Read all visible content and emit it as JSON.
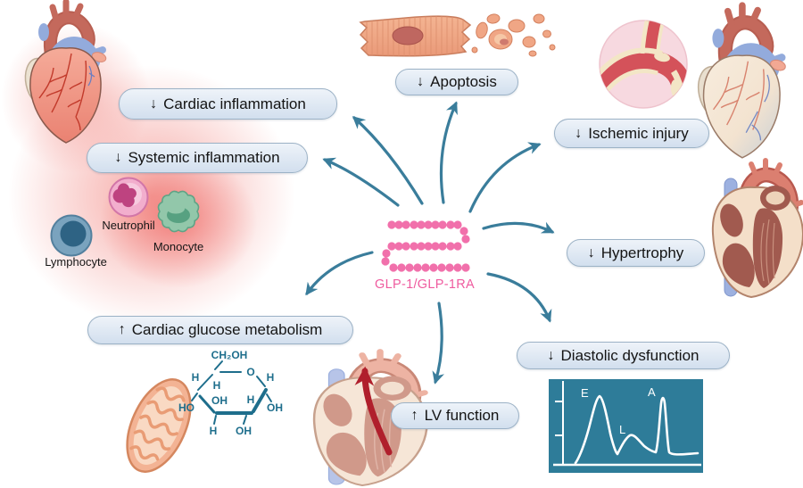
{
  "figure": {
    "subject": "Cardiac effects of GLP-1/GLP-1RA"
  },
  "center": {
    "label": "GLP-1/GLP-1RA",
    "peptide_color": "#f170ab",
    "label_color": "#ef5b9f"
  },
  "effects": [
    {
      "id": "cardiac-inflammation",
      "direction": "↓",
      "label": "Cardiac inflammation"
    },
    {
      "id": "systemic-inflammation",
      "direction": "↓",
      "label": "Systemic inflammation"
    },
    {
      "id": "apoptosis",
      "direction": "↓",
      "label": "Apoptosis"
    },
    {
      "id": "ischemic-injury",
      "direction": "↓",
      "label": "Ischemic injury"
    },
    {
      "id": "hypertrophy",
      "direction": "↓",
      "label": "Hypertrophy"
    },
    {
      "id": "diastolic-dysfunction",
      "direction": "↓",
      "label": "Diastolic dysfunction"
    },
    {
      "id": "lv-function",
      "direction": "↑",
      "label": "LV function"
    },
    {
      "id": "cardiac-glucose-metabolism",
      "direction": "↑",
      "label": "Cardiac glucose metabolism"
    }
  ],
  "immune_cells": {
    "neutrophil": "Neutrophil",
    "monocyte": "Monocyte",
    "lymphocyte": "Lymphocyte"
  },
  "glucose_molecule": {
    "ch2oh": "CH₂OH",
    "ring_o": "O",
    "h_left": "H",
    "h_right": "H",
    "ho_left": "HO",
    "oh_right": "OH",
    "h_inner": "H",
    "oh_inner": "OH",
    "h_inner_right": "H",
    "h_bottom": "H",
    "oh_bottom": "OH"
  },
  "echo_chart": {
    "wave_e": "E",
    "wave_l": "L",
    "wave_a": "A",
    "background_color": "#2e7c99",
    "trace_color": "#ffffff"
  },
  "colors": {
    "arrow_teal": "#3a7d9b",
    "pill_background": "#d9e5f1",
    "inflammation_glow": "#ec4e46",
    "lv_arrow_red": "#b01f2c"
  }
}
